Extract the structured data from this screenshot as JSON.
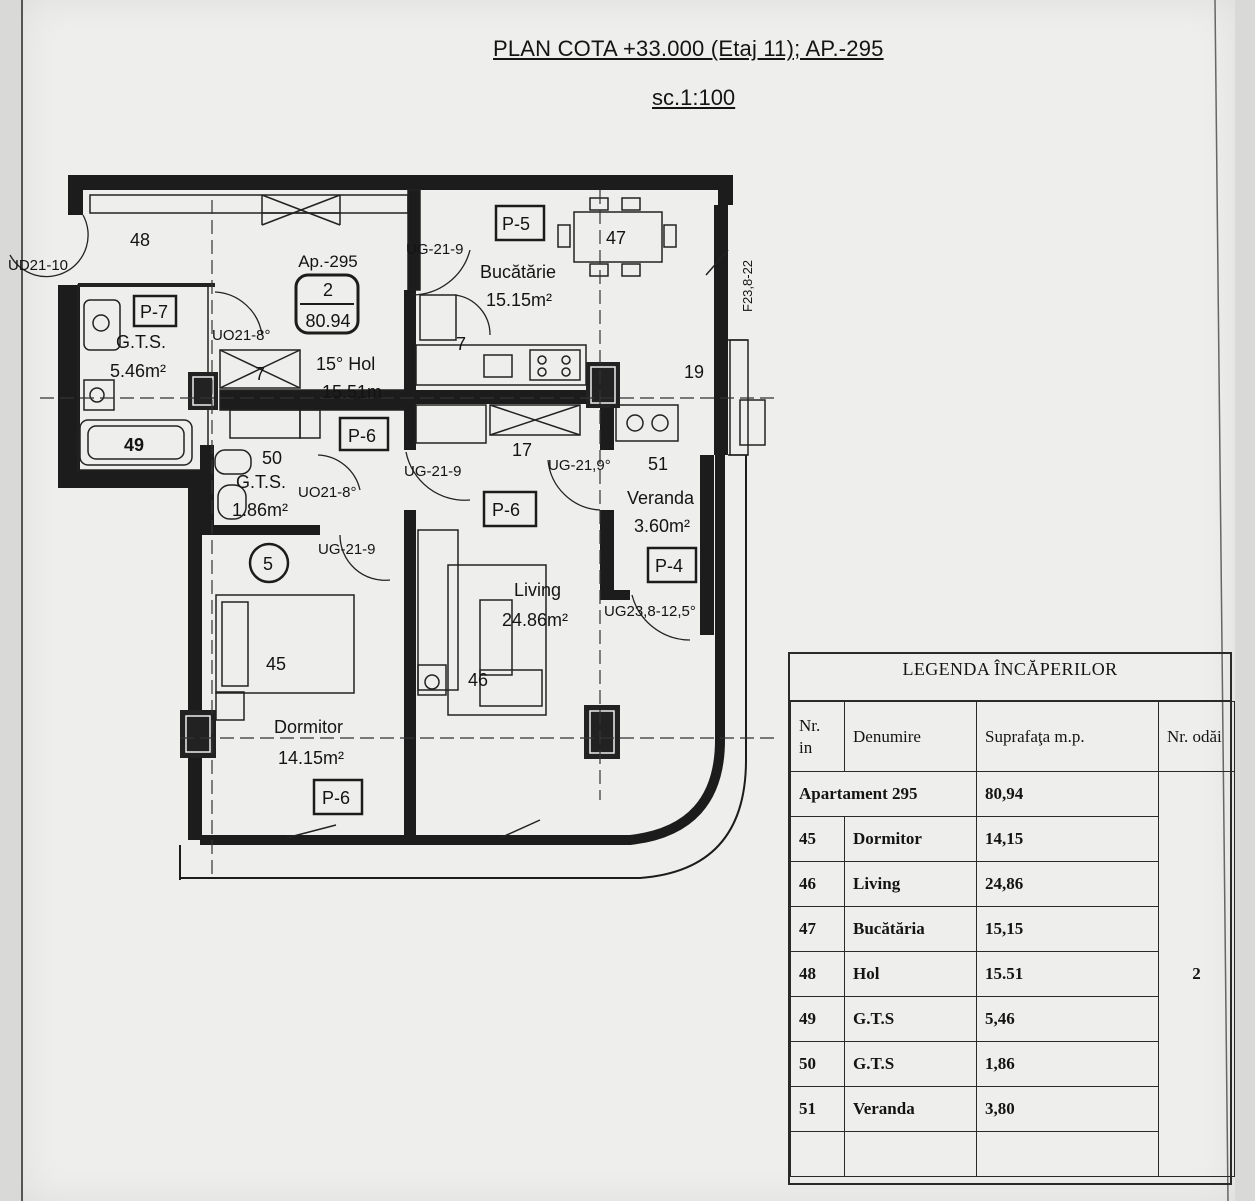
{
  "header": {
    "title": "PLAN COTA +33.000 (Etaj 11); AP.-295",
    "scale": "sc.1:100"
  },
  "plan": {
    "apartment_label": "Ap.-295",
    "apartment_rooms": "2",
    "apartment_area": "80.94",
    "labels": [
      {
        "name": "room-number-48-top",
        "text": "48"
      },
      {
        "name": "door-code-ud21-10",
        "text": "UD21-10"
      },
      {
        "name": "tag-p7",
        "text": "P-7"
      },
      {
        "name": "gts-large-name",
        "text": "G.T.S."
      },
      {
        "name": "gts-large-area",
        "text": "5.46m²"
      },
      {
        "name": "room-number-49",
        "text": "49"
      },
      {
        "name": "door-code-uo21-8-a",
        "text": "UO21-8°"
      },
      {
        "name": "hol-name",
        "text": "15° Hol"
      },
      {
        "name": "hol-area",
        "text": "15.51m"
      },
      {
        "name": "tag-p6-hol",
        "text": "P-6"
      },
      {
        "name": "room-number-50",
        "text": "50"
      },
      {
        "name": "gts-small-name",
        "text": "G.T.S."
      },
      {
        "name": "gts-small-area",
        "text": "1.86m²"
      },
      {
        "name": "door-code-uo21-8-b",
        "text": "UO21-8°"
      },
      {
        "name": "door-code-ug21-9-a",
        "text": "UG-21-9"
      },
      {
        "name": "tag-p5",
        "text": "P-5"
      },
      {
        "name": "room-number-47",
        "text": "47"
      },
      {
        "name": "bucatarie-name",
        "text": "Bucătărie"
      },
      {
        "name": "bucatarie-area",
        "text": "15.15m²"
      },
      {
        "name": "marker-7-a",
        "text": "7"
      },
      {
        "name": "marker-7-b",
        "text": "7"
      },
      {
        "name": "marker-19",
        "text": "19"
      },
      {
        "name": "marker-17",
        "text": "17"
      },
      {
        "name": "door-code-ug21-9-b",
        "text": "UG-21-9"
      },
      {
        "name": "door-code-ug21-9-c",
        "text": "UG-21,9°"
      },
      {
        "name": "room-number-51",
        "text": "51"
      },
      {
        "name": "veranda-name",
        "text": "Veranda"
      },
      {
        "name": "veranda-area",
        "text": "3.60m²"
      },
      {
        "name": "tag-p4",
        "text": "P-4"
      },
      {
        "name": "tag-p6-living",
        "text": "P-6"
      },
      {
        "name": "living-name",
        "text": "Living"
      },
      {
        "name": "living-area",
        "text": "24.86m²"
      },
      {
        "name": "door-code-ug23-8",
        "text": "UG23,8-12,5°"
      },
      {
        "name": "room-number-46",
        "text": "46"
      },
      {
        "name": "door-code-ug21-9-d",
        "text": "UG-21-9"
      },
      {
        "name": "bedroom-circle-5",
        "text": "5"
      },
      {
        "name": "room-number-45",
        "text": "45"
      },
      {
        "name": "dormitor-name",
        "text": "Dormitor"
      },
      {
        "name": "dormitor-area",
        "text": "14.15m²"
      },
      {
        "name": "tag-p6-dormitor",
        "text": "P-6"
      },
      {
        "name": "dimension-f23",
        "text": "F23,8-22"
      }
    ]
  },
  "legend": {
    "title": "LEGENDA ÎNCĂPERILOR",
    "col_nr": "Nr. in",
    "col_name": "Denumire",
    "col_area": "Suprafaţa m.p.",
    "col_rooms": "Nr. odăi",
    "apartment_name": "Apartament 295",
    "apartment_area": "80,94",
    "rooms_count": "2",
    "rows": [
      {
        "nr": "45",
        "name": "Dormitor",
        "area": "14,15"
      },
      {
        "nr": "46",
        "name": "Living",
        "area": "24,86"
      },
      {
        "nr": "47",
        "name": "Bucătăria",
        "area": "15,15"
      },
      {
        "nr": "48",
        "name": "Hol",
        "area": "15.51"
      },
      {
        "nr": "49",
        "name": "G.T.S",
        "area": "5,46"
      },
      {
        "nr": "50",
        "name": "G.T.S",
        "area": "1,86"
      },
      {
        "nr": "51",
        "name": "Veranda",
        "area": "3,80"
      }
    ]
  }
}
